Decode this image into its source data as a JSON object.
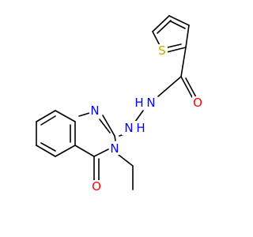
{
  "molecule": {
    "atoms": {
      "sulfur": {
        "symbol": "S",
        "color": "#c8a800"
      },
      "carbonyl_oxygen_top": {
        "symbol": "O",
        "color": "#ff0000"
      },
      "hydrazide_nh_1": {
        "symbol": "H",
        "color": "#0000ff"
      },
      "hydrazide_nh_1_n": {
        "symbol": "N",
        "color": "#0000ff"
      },
      "hydrazide_nh_2_n": {
        "symbol": "N",
        "color": "#0000ff"
      },
      "hydrazide_nh_2": {
        "symbol": "H",
        "color": "#0000ff"
      },
      "ring_n1": {
        "symbol": "N",
        "color": "#0000ff"
      },
      "ring_n3": {
        "symbol": "N",
        "color": "#0000ff"
      },
      "carbonyl_oxygen_bottom": {
        "symbol": "O",
        "color": "#ff0000"
      }
    }
  }
}
